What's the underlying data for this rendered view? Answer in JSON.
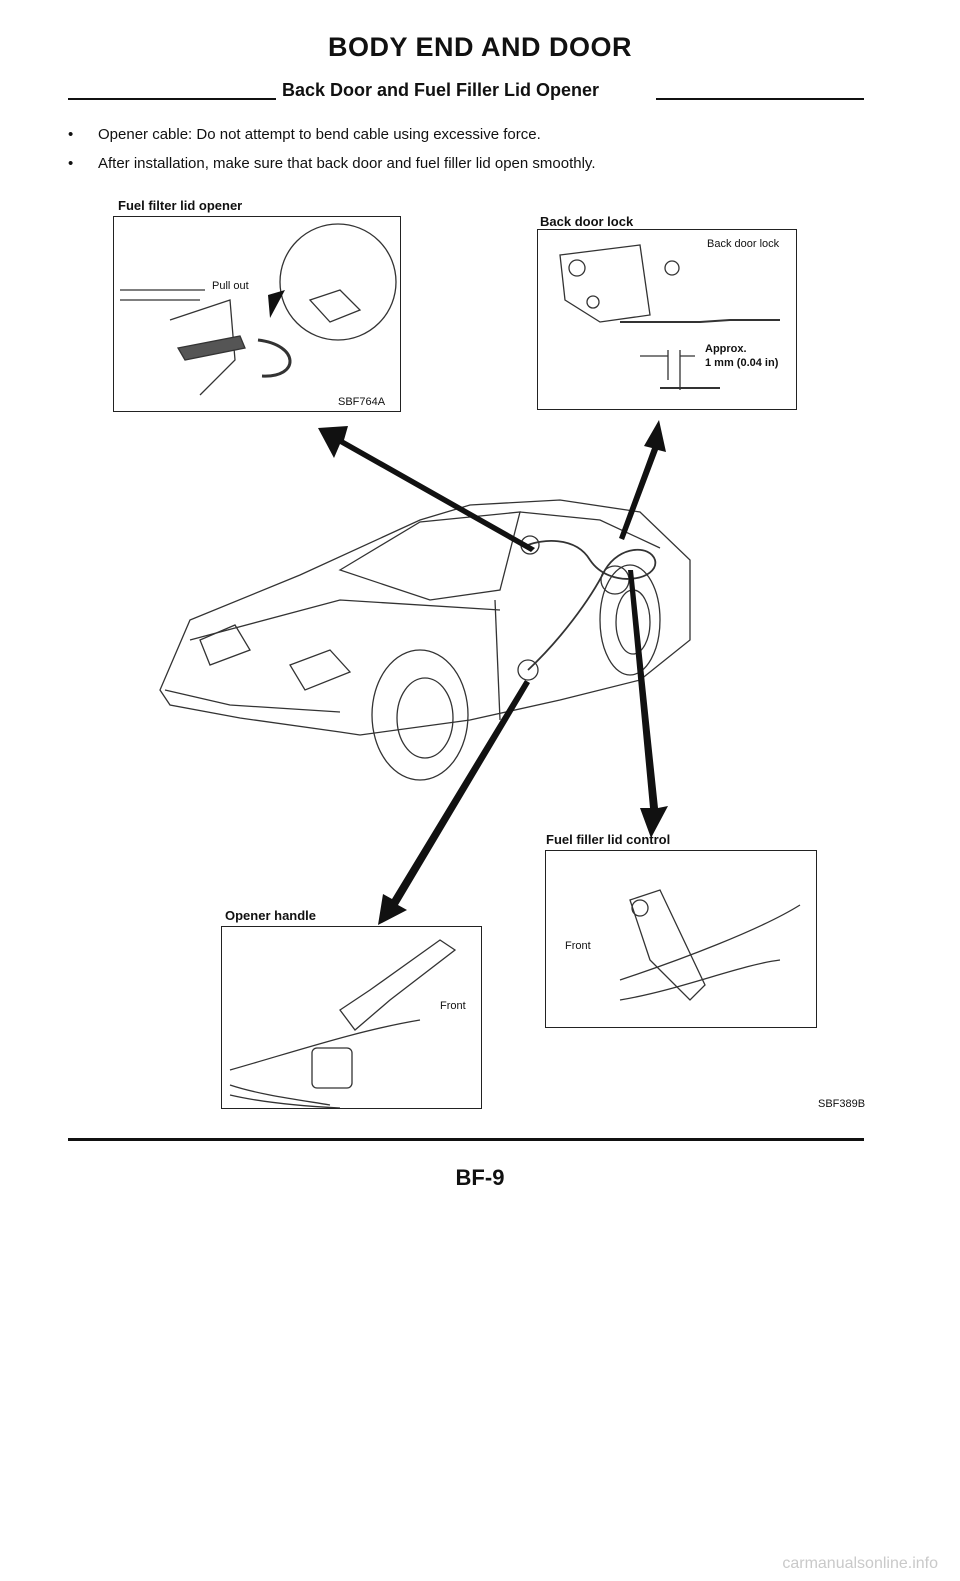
{
  "header": {
    "title": "BODY END AND DOOR",
    "subtitle": "Back Door and Fuel Filler Lid Opener"
  },
  "notes": [
    "Opener cable: Do not attempt to bend cable using excessive force.",
    "After installation, make sure that back door and fuel filler lid open smoothly."
  ],
  "bullet_glyph": "•",
  "figures": {
    "fuel_lid_opener": {
      "caption": "Fuel filter lid opener",
      "pull_out": "Pull out",
      "code": "SBF764A"
    },
    "back_door_lock": {
      "caption": "Back door lock",
      "callout": "Back door lock",
      "approx": "Approx.",
      "clearance": "1 mm (0.04 in)"
    },
    "fuel_lid_control": {
      "caption": "Fuel filler lid control",
      "front": "Front"
    },
    "opener_handle": {
      "caption": "Opener handle",
      "front": "Front"
    },
    "figure_code": "SBF389B"
  },
  "footer": {
    "page": "BF-9"
  },
  "watermark": "carmanualsonline.info"
}
